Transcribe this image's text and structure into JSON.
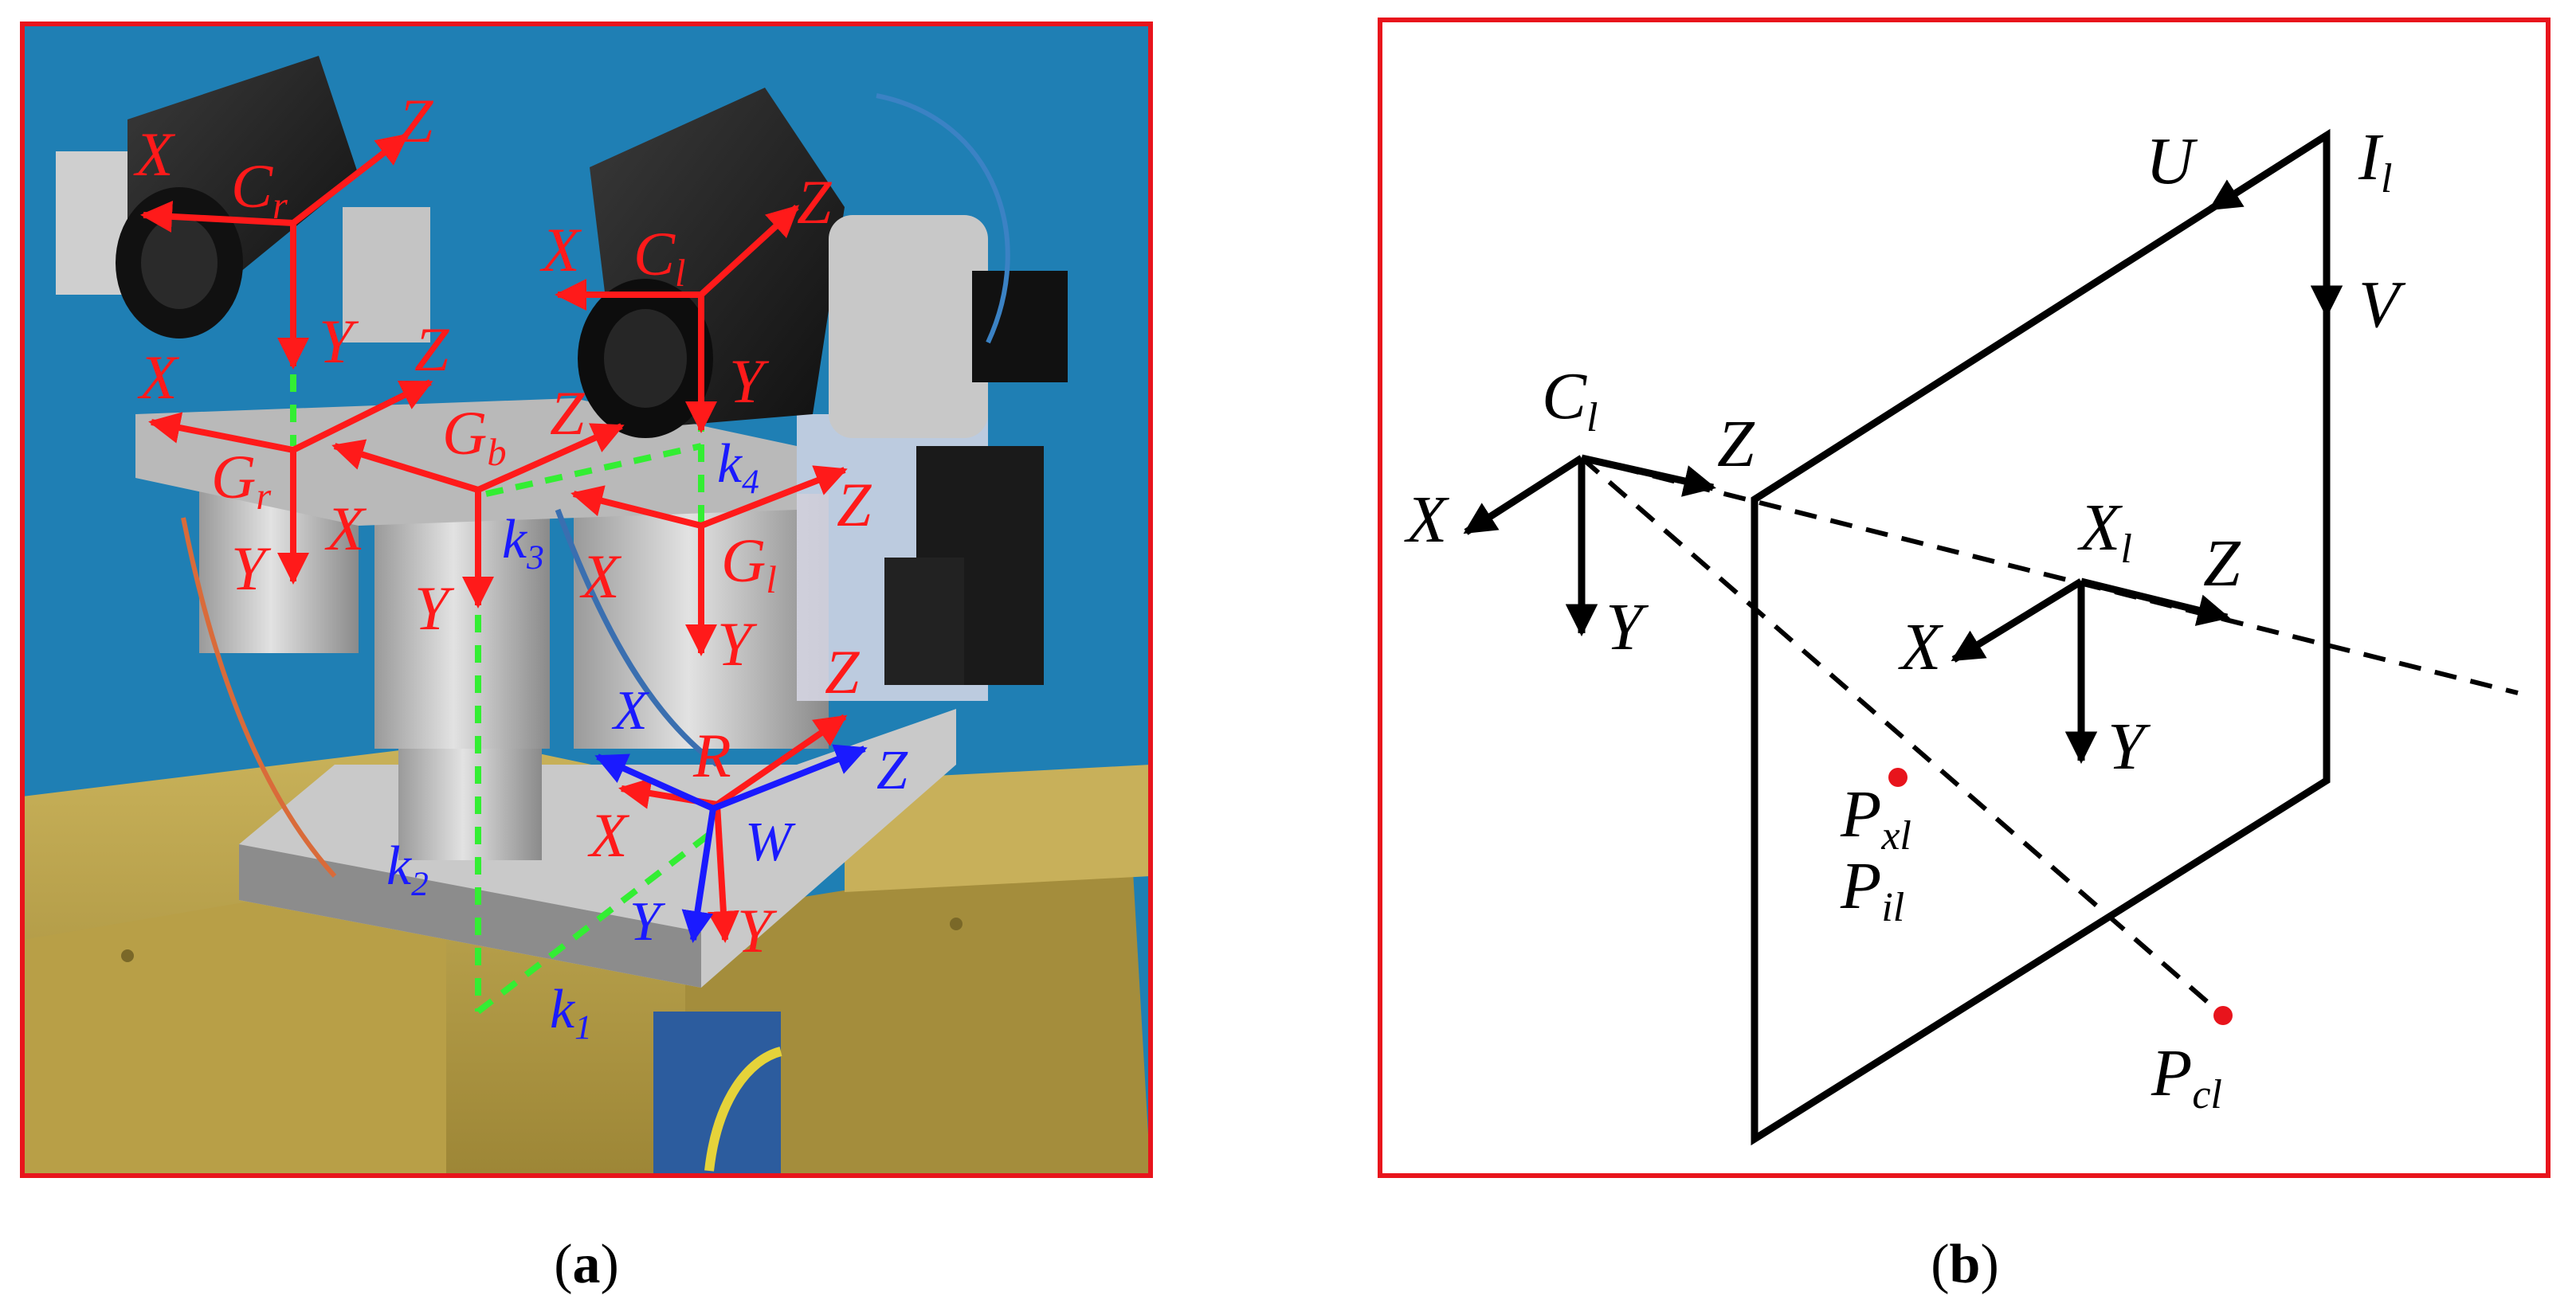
{
  "panel_a": {
    "caption_open": "(",
    "caption_letter": "a",
    "caption_close": ")",
    "frames": {
      "Cr": {
        "name": "C",
        "sub": "r"
      },
      "Cl": {
        "name": "C",
        "sub": "l"
      },
      "Gr": {
        "name": "G",
        "sub": "r"
      },
      "Gb": {
        "name": "G",
        "sub": "b"
      },
      "Gl": {
        "name": "G",
        "sub": "l"
      },
      "R": {
        "name": "R"
      },
      "W": {
        "name": "W"
      }
    },
    "axes": {
      "x": "X",
      "y": "Y",
      "z": "Z"
    },
    "links": {
      "k1": {
        "name": "k",
        "sub": "1"
      },
      "k2": {
        "name": "k",
        "sub": "2"
      },
      "k3": {
        "name": "k",
        "sub": "3"
      },
      "k4": {
        "name": "k",
        "sub": "4"
      }
    },
    "colors": {
      "frame": "#ff1a1a",
      "world": "#1a1aff",
      "link": "#33ee33",
      "border": "#e8141c",
      "background": "#1f7fb4"
    }
  },
  "panel_b": {
    "caption_open": "(",
    "caption_letter": "b",
    "caption_close": ")",
    "image_plane": {
      "name": "I",
      "sub": "l",
      "u": "U",
      "v": "V"
    },
    "camera": {
      "name": "C",
      "sub": "l",
      "x": "X",
      "y": "Y",
      "z": "Z"
    },
    "point_frame": {
      "name": "X",
      "sub": "l",
      "x": "X",
      "y": "Y",
      "z": "Z"
    },
    "points": {
      "Pxl": {
        "name": "P",
        "sub": "xl"
      },
      "Pil": {
        "name": "P",
        "sub": "il"
      },
      "Pcl": {
        "name": "P",
        "sub": "cl"
      }
    },
    "colors": {
      "line": "#000000",
      "point": "#e8141c",
      "border": "#e8141c"
    }
  }
}
